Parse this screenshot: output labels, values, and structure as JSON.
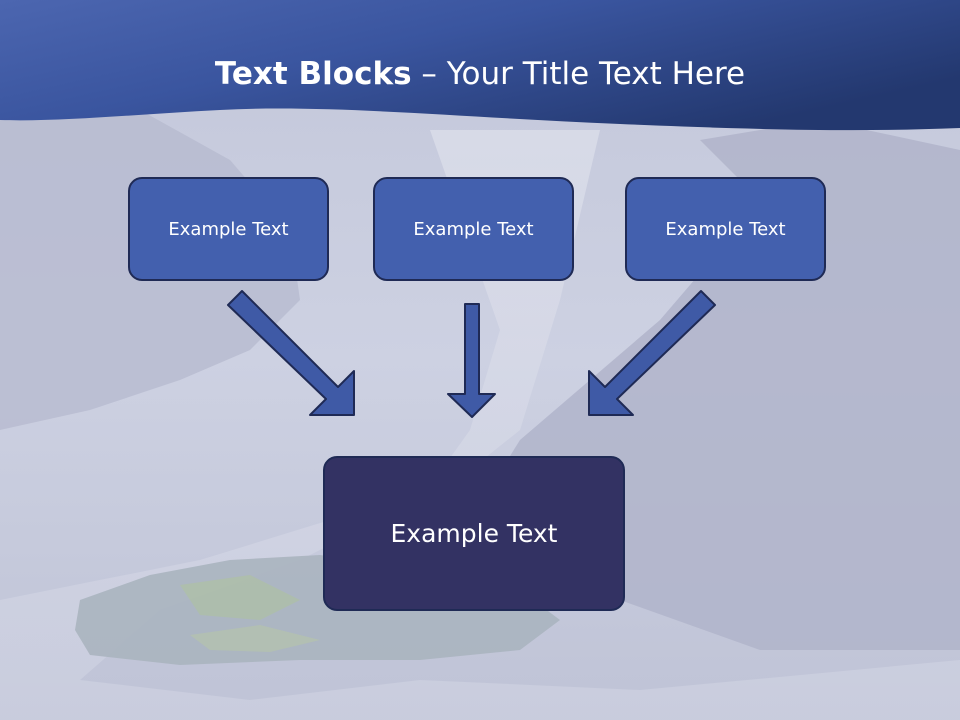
{
  "slide": {
    "title_bold": "Text Blocks",
    "title_dash": "–",
    "title_rest": "Your Title Text Here"
  },
  "blocks": {
    "left": "Example Text",
    "center": "Example Text",
    "right": "Example Text"
  },
  "result_block": "Example Text",
  "colors": {
    "header_dark": "#2b3f86",
    "header_light": "#4c66b0",
    "box_fill": "#4360ae",
    "result_fill": "#333263",
    "arrow_fill": "#3f5aa6",
    "outline": "#1f2a55"
  },
  "background": {
    "description_icon": "fjord-landscape-photo"
  }
}
